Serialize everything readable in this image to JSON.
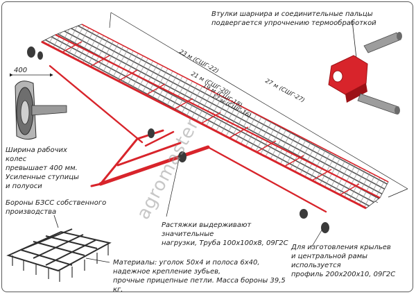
{
  "callouts": {
    "bushings": "Втулки шарнира и соединительные пальцы\nподвергается упрочнению термообработкой",
    "wheels_dim": "400",
    "wheels": "Ширина рабочих колес\nпревышает 400 мм.\nУсиленные ступицы\nи полуоси",
    "harrows": "Бороны БЗСС собственного\nпроизводства",
    "braces": "Растяжки выдерживают значительные\nнагрузки, Труба 100х100х8, 09Г2С",
    "frame_profile": "Для изготовления крыльев\nи центральной рамы используется\nпрофиль 200х200х10, 09Г2С",
    "materials": "Материалы: уголок 50х4 и полоса 6х40,\nнадежное крепление зубьев,\nпрочные прицепные петли. Масса бороны 39,5 кг."
  },
  "width_labels": {
    "m23": "23 м (СШГ-22)",
    "m21": "21 м (СШГ-20)",
    "m19": "19 м (СШГ-18)",
    "m17": "17 м (СШГ-16)",
    "m27": "27 м (СШГ-27)"
  },
  "watermark": "agromaster",
  "colors": {
    "frame_red": "#d8242b",
    "dark_red": "#9c1116",
    "outline": "#5a5a5a",
    "steel": "#8c8c8c"
  },
  "icons": [
    "wheel-icon",
    "hinge-bushing-icon",
    "harrow-section-icon",
    "pin-icon"
  ]
}
